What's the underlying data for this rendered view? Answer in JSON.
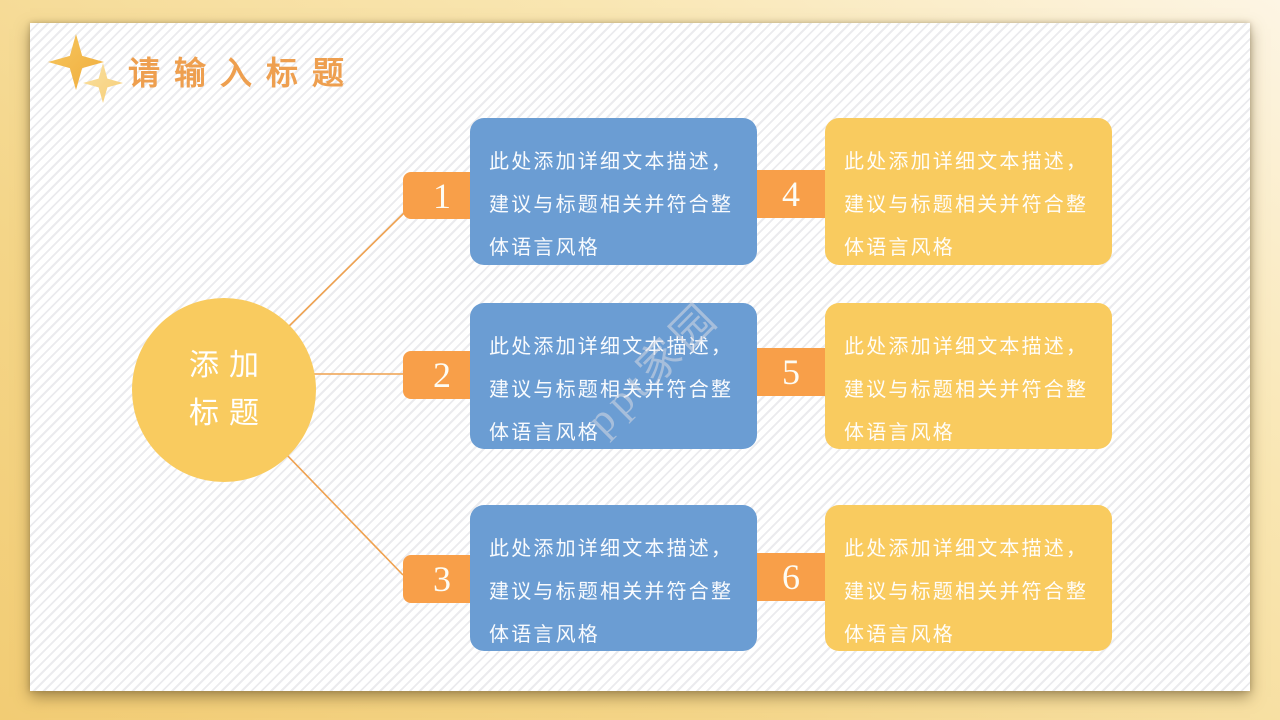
{
  "title": "请输入标题",
  "center_circle": {
    "line1": "添加",
    "line2": "标题"
  },
  "cards": [
    {
      "number": "1",
      "body": "此处添加详细文本描述，建议与标题相关并符合整体语言风格"
    },
    {
      "number": "2",
      "body": "此处添加详细文本描述，建议与标题相关并符合整体语言风格"
    },
    {
      "number": "3",
      "body": "此处添加详细文本描述，建议与标题相关并符合整体语言风格"
    },
    {
      "number": "4",
      "body": "此处添加详细文本描述，建议与标题相关并符合整体语言风格"
    },
    {
      "number": "5",
      "body": "此处添加详细文本描述，建议与标题相关并符合整体语言风格"
    },
    {
      "number": "6",
      "body": "此处添加详细文本描述，建议与标题相关并符合整体语言风格"
    }
  ],
  "watermark": "ppt家园",
  "icons": {
    "sparkle_large": "four-point-star",
    "sparkle_small": "four-point-star"
  },
  "colors": {
    "accent_orange": "#F89F49",
    "card_blue": "#6B9DD3",
    "card_yellow": "#F9CB5F",
    "title_text": "#EE9F4F",
    "connector_line": "#EFA14F",
    "frame_gold": "#F2CC74",
    "stripe_gray": "#EBEBEE"
  }
}
